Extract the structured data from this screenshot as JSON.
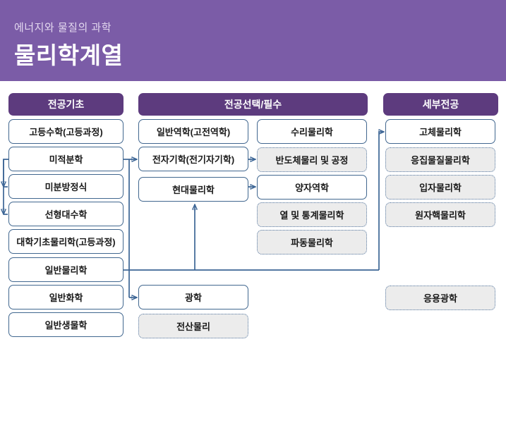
{
  "banner": {
    "subtitle": "에너지와 물질의 과학",
    "title": "물리학계열",
    "bg_color": "#7b5ca7"
  },
  "theme": {
    "pill_color": "#5d3b7e",
    "solid_border": "#41678f",
    "dashed_border": "#5577a0",
    "dashed_fill": "#ececec",
    "connector_color": "#3c6595"
  },
  "columns": [
    {
      "header": "전공기초",
      "boxes": [
        {
          "label": "고등수학(고등과정)",
          "style": "solid"
        },
        {
          "label": "미적분학",
          "style": "solid"
        },
        {
          "label": "미분방정식",
          "style": "solid"
        },
        {
          "label": "선형대수학",
          "style": "solid"
        },
        {
          "label": "대학기초물리학(고등과정)",
          "style": "solid"
        },
        {
          "label": "일반물리학",
          "style": "solid"
        },
        {
          "label": "일반화학",
          "style": "solid"
        },
        {
          "label": "일반생물학",
          "style": "solid"
        }
      ]
    },
    {
      "header": "전공선택/필수",
      "boxes_left": [
        {
          "label": "일반역학(고전역학)",
          "style": "solid"
        },
        {
          "label": "전자기학(전기자기학)",
          "style": "solid"
        },
        {
          "label": "현대물리학",
          "style": "solid"
        },
        {
          "label": "광학",
          "style": "solid"
        },
        {
          "label": "전산물리",
          "style": "dashed"
        }
      ],
      "boxes_right": [
        {
          "label": "수리물리학",
          "style": "solid"
        },
        {
          "label": "반도체물리 및 공정",
          "style": "dashed"
        },
        {
          "label": "양자역학",
          "style": "solid"
        },
        {
          "label": "열 및 통계물리학",
          "style": "dashed"
        },
        {
          "label": "파동물리학",
          "style": "dashed"
        }
      ]
    },
    {
      "header": "세부전공",
      "boxes": [
        {
          "label": "고체물리학",
          "style": "solid"
        },
        {
          "label": "응집물질물리학",
          "style": "dashed"
        },
        {
          "label": "입자물리학",
          "style": "dashed"
        },
        {
          "label": "원자핵물리학",
          "style": "dashed"
        },
        {
          "label": "응용광학",
          "style": "dashed"
        }
      ]
    }
  ]
}
